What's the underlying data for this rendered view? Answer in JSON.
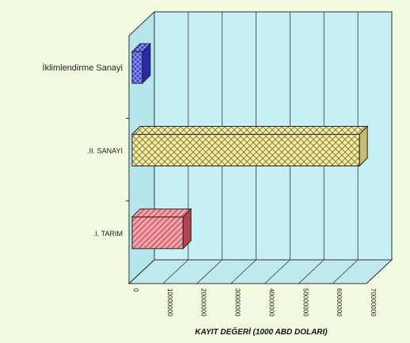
{
  "chart_data": {
    "type": "bar",
    "orientation": "horizontal",
    "three_d": true,
    "categories": [
      "İklimlendirme Sanayi",
      ".II. SANAYİ",
      ".I. TARIM"
    ],
    "values": [
      3000000,
      67000000,
      15000000
    ],
    "xlabel": "KAYIT DEĞERİ  (1000 ABD DOLARI)",
    "ylabel": "",
    "xlim": [
      0,
      70000000
    ],
    "xticks": [
      "0",
      "10000000",
      "20000000",
      "30000000",
      "40000000",
      "50000000",
      "60000000",
      "70000000"
    ],
    "grid": true,
    "colors": {
      "background": "#f2fae0",
      "plot_wall": "#c6f0f4",
      "plot_floor": "#bfe9ee",
      "bar_iklim": "#3e3ed6",
      "bar_sanayi": "#f2e9a0",
      "bar_tarim": "#e8707c"
    }
  }
}
